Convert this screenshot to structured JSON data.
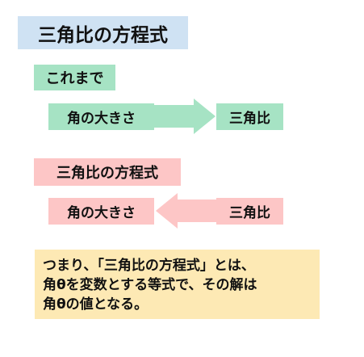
{
  "title": "三角比の方程式",
  "before": {
    "label": "これまで",
    "from": "角の大きさ",
    "to": "三角比"
  },
  "now": {
    "label": "三角比の方程式",
    "from": "角の大きさ",
    "to": "三角比"
  },
  "note": {
    "lines": [
      "つまり、「三角比の方程式」とは、",
      "角θを変数とする等式で、その解は",
      "角θの値となる。"
    ]
  },
  "colors": {
    "title_bg": "#cfe2f3",
    "green": "#a6e3c4",
    "pink": "#fdc6c6",
    "note_bg": "#fde9b4"
  }
}
